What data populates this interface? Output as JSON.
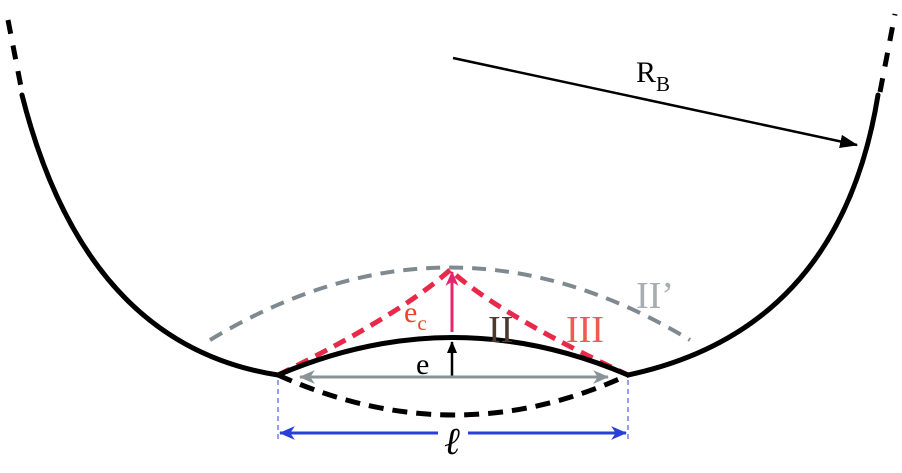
{
  "labels": {
    "radius": "R",
    "radius_sub": "B",
    "e_c": "e",
    "e_c_sub": "c",
    "state_ii": "II",
    "state_iii": "III",
    "state_ii_prime": "II’",
    "e": "e",
    "length": "ℓ"
  },
  "colors": {
    "bubble": "#000000",
    "ii_prime": "#7f8a90",
    "iii": "#e8294a",
    "e_c": "#e8246e",
    "e_c_label": "#e8462a",
    "ii_label": "#4a3a30",
    "iii_label": "#f05a50",
    "ii_prime_label": "#a7adb0",
    "span_arrow": "#8a9498",
    "length_arrow": "#2a3fd8",
    "guides": "#5060e0"
  }
}
